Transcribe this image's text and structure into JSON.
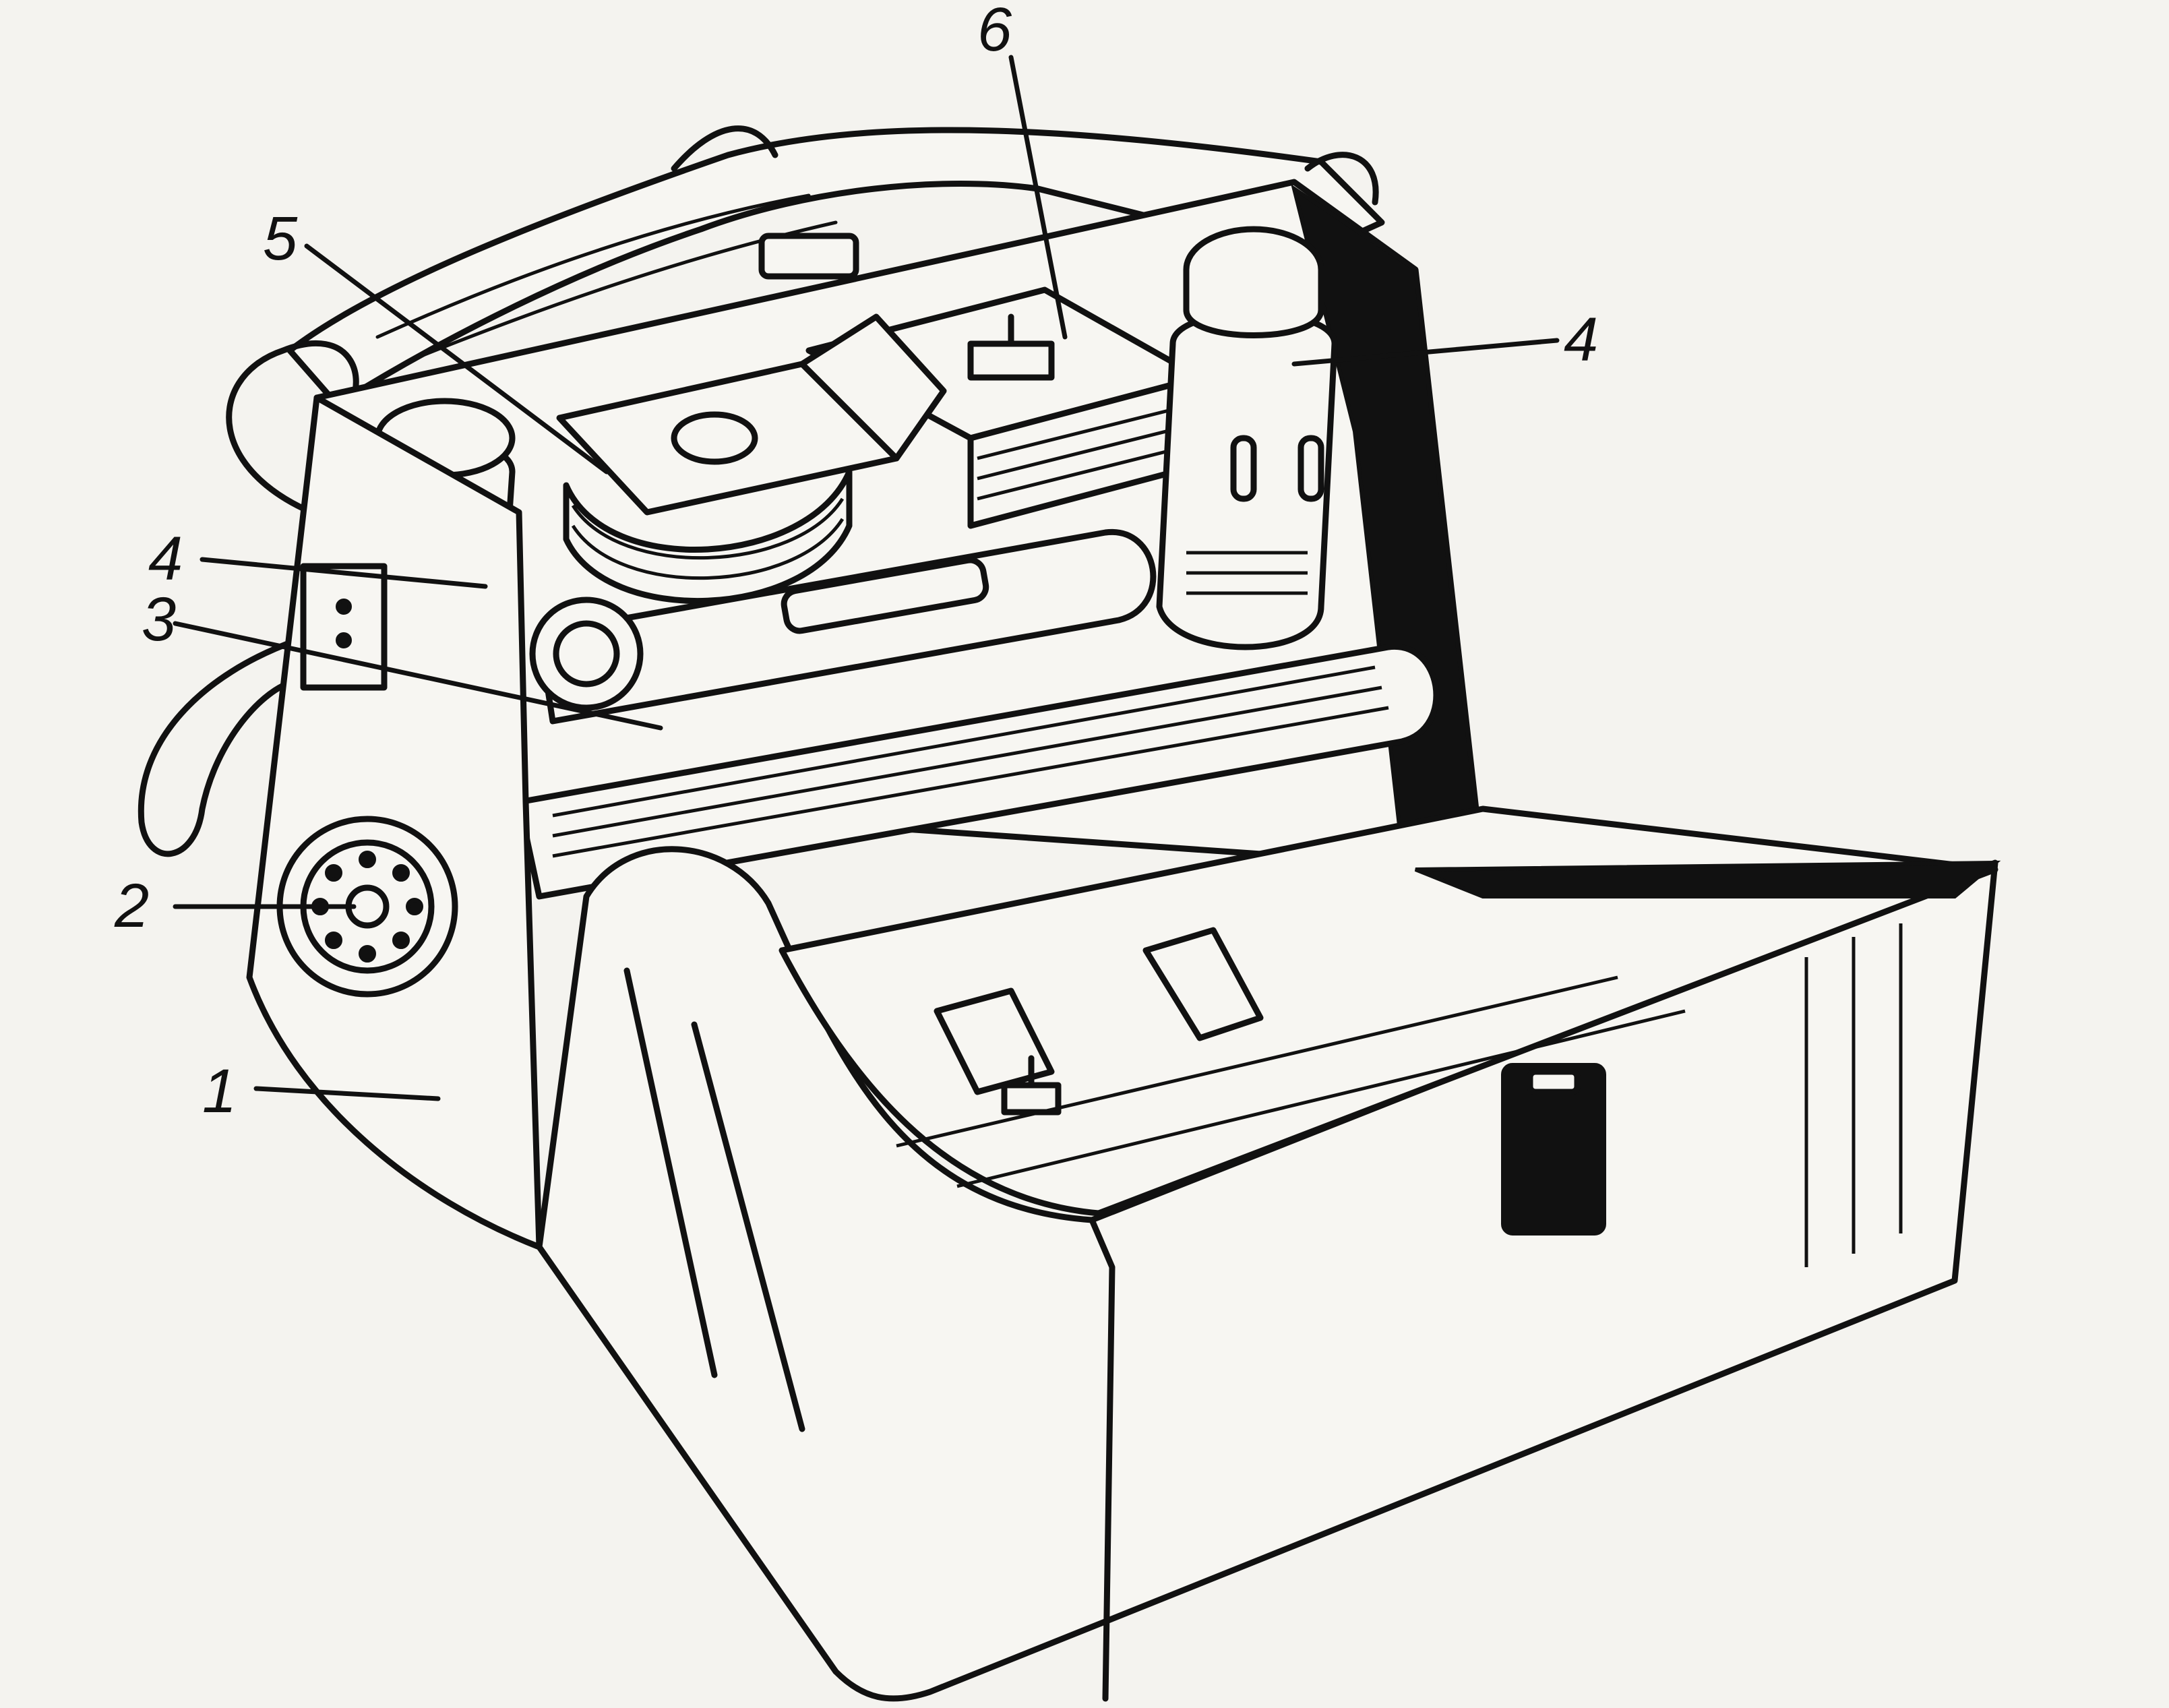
{
  "labels": [
    {
      "id": "1",
      "text": "1"
    },
    {
      "id": "2",
      "text": "2"
    },
    {
      "id": "3",
      "text": "3"
    },
    {
      "id": "4a",
      "text": "4"
    },
    {
      "id": "4b",
      "text": "4"
    },
    {
      "id": "5",
      "text": "5"
    },
    {
      "id": "6",
      "text": "6"
    }
  ],
  "colors": {
    "ink": "#111111",
    "paper": "#f4f3ef"
  }
}
